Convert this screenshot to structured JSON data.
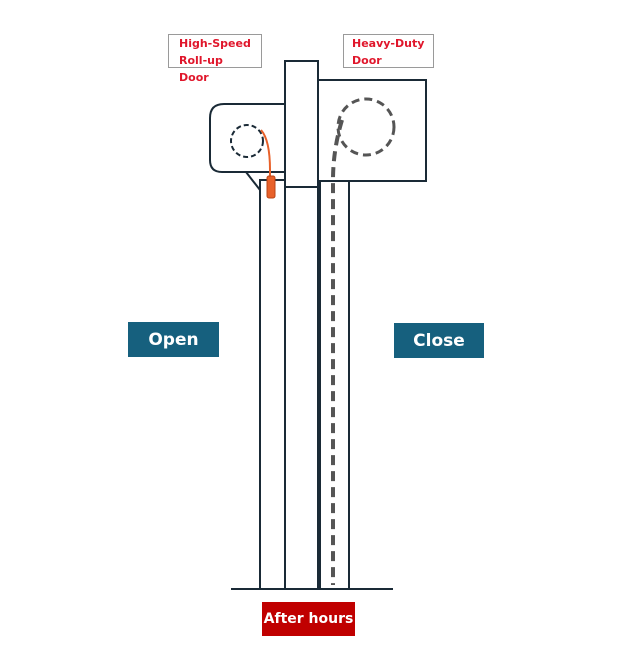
{
  "labels": {
    "high_speed_door": "High-Speed\nRoll-up  Door",
    "heavy_duty_door": "Heavy-Duty\nDoor"
  },
  "buttons": {
    "open": "Open",
    "close": "Close"
  },
  "status": {
    "after_hours": "After  hours"
  },
  "colors": {
    "line": "#1a2a36",
    "label_text": "#e0162b",
    "button_bg": "#16607e",
    "status_bg": "#c00000",
    "pull_cord": "#e8612a",
    "dashed": "#555555"
  }
}
